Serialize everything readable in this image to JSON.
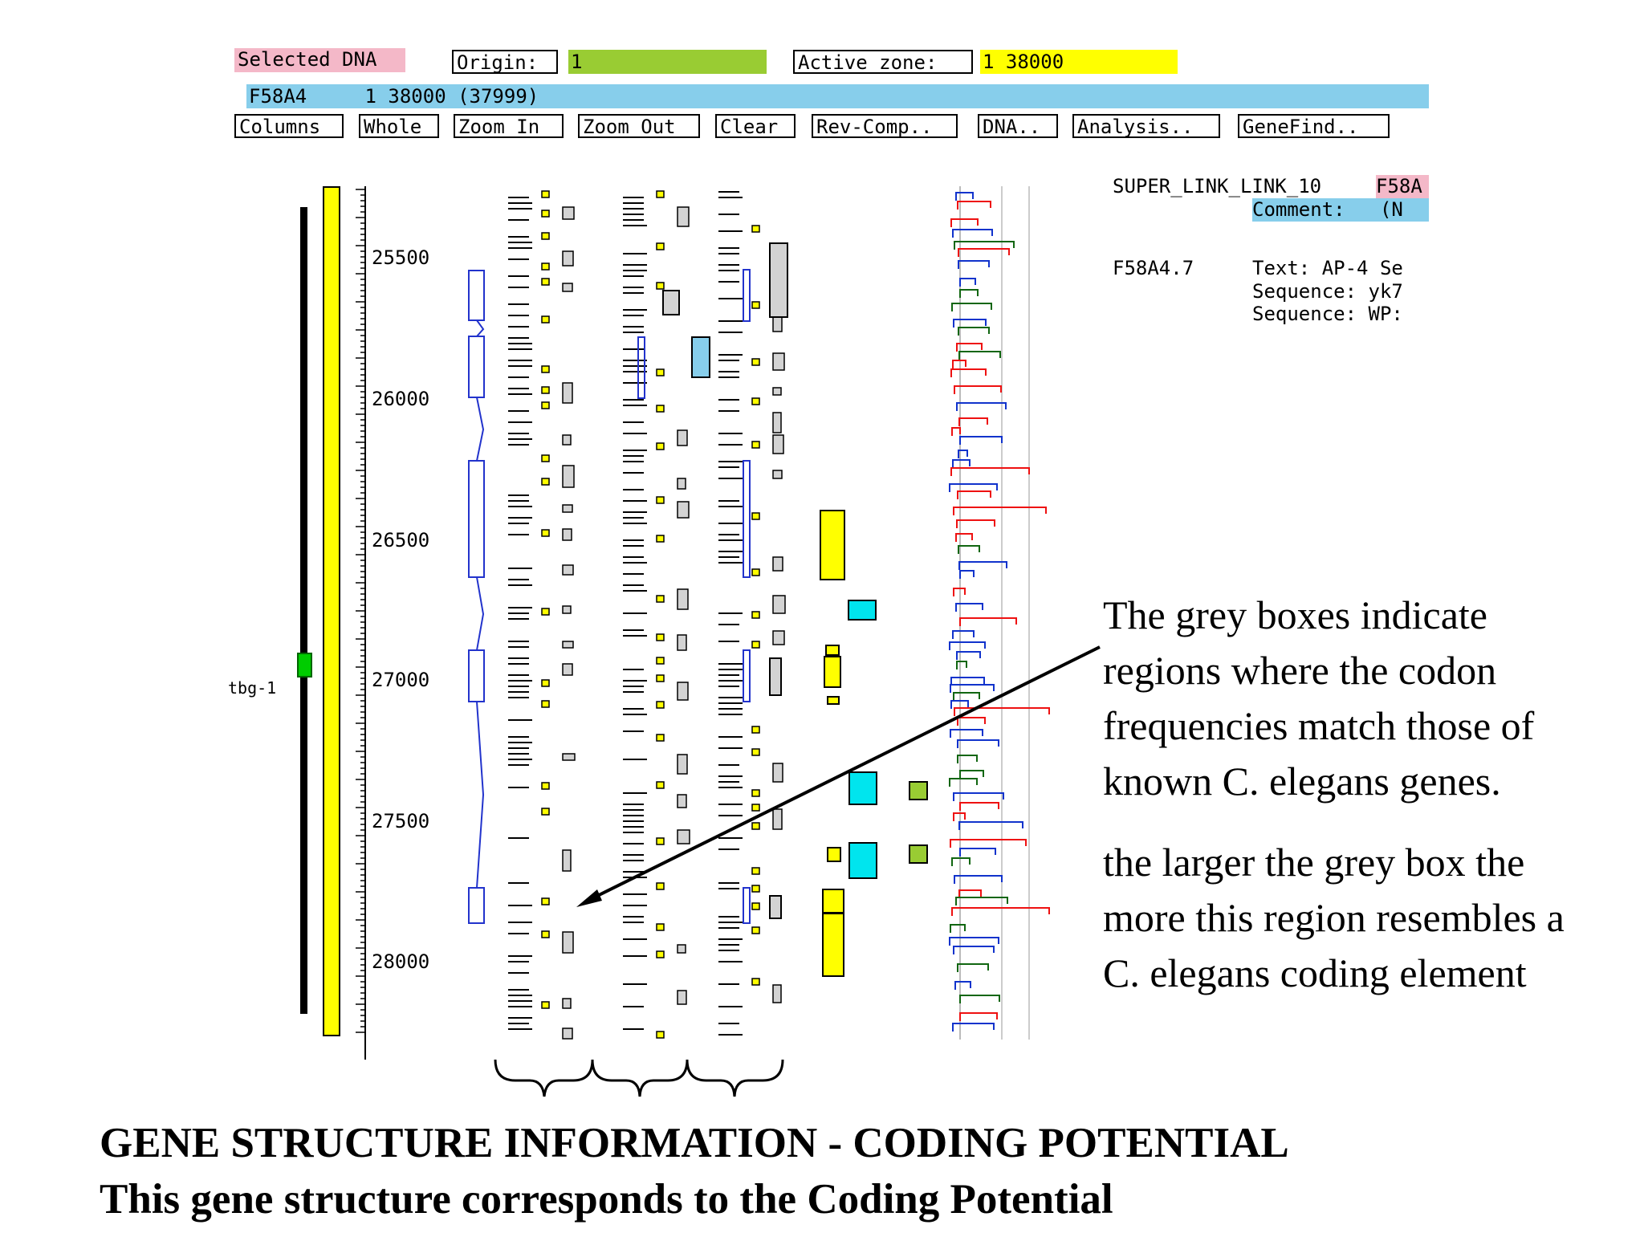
{
  "header": {
    "selected_dna_label": "Selected DNA",
    "origin_label": "Origin:",
    "origin_value": "1",
    "active_zone_label": "Active zone:",
    "active_zone_value": "1 38000",
    "sequence_bar": "F58A4     1 38000 (37999)"
  },
  "toolbar": {
    "buttons": [
      "Columns",
      "Whole",
      "Zoom In",
      "Zoom Out",
      "Clear",
      "Rev-Comp..",
      "DNA..",
      "Analysis..",
      "GeneFind.."
    ]
  },
  "map": {
    "locus_label": "tbg-1",
    "ruler_ticks": [
      "25500",
      "26000",
      "26500",
      "27000",
      "27500",
      "28000"
    ]
  },
  "info_panel": {
    "link_name": "SUPER_LINK_LINK_10",
    "clone": "F58A",
    "comment_label": "Comment:",
    "comment_value": "(N",
    "gene": "F58A4.7",
    "text_line": "Text: AP-4 Se",
    "seq_line1": "Sequence: yk7",
    "seq_line2": "Sequence: WP:"
  },
  "annotation": {
    "para1": [
      "The grey boxes indicate",
      "regions where the codon",
      "frequencies match those of",
      "known C. elegans genes."
    ],
    "para2": [
      "the larger the grey box the",
      "more this region resembles a",
      "C. elegans coding element"
    ]
  },
  "caption": {
    "title": "GENE STRUCTURE INFORMATION - CODING POTENTIAL",
    "subtitle": "This gene structure corresponds to the Coding Potential"
  },
  "colors": {
    "selected_dna_bg": "#f4b8c8",
    "origin_bg": "#99cc33",
    "active_zone_bg": "#ffff00",
    "sequence_bar_bg": "#87ceeb",
    "gene_yellow": "#ffff00",
    "locus_green": "#00cc00",
    "exon_blue": "#2233cc",
    "grey_box": "#d3d3d3",
    "feature_cyan": "#00e5ee",
    "feature_green": "#99cc33",
    "frame_red": "#ee1111",
    "frame_blue": "#1133cc",
    "frame_green": "#116611"
  }
}
